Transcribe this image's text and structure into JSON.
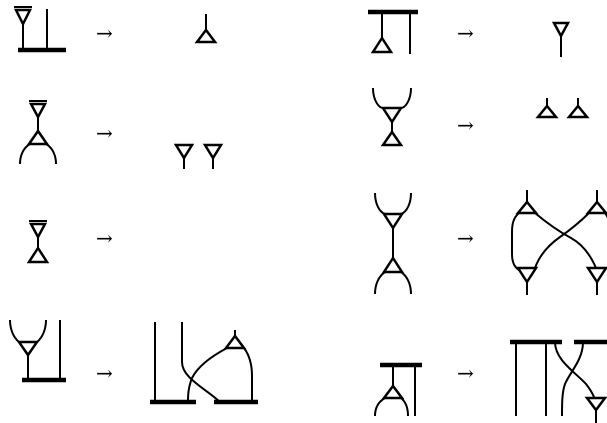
{
  "title": "",
  "arrow_symbol": "→",
  "colors": {
    "stroke": "#000000",
    "background": "#ffffff"
  },
  "rules": [
    {
      "id": "rule-1",
      "lhs": "counit-over-bar",
      "rhs": "unit"
    },
    {
      "id": "rule-2",
      "lhs": "unit-under-bar",
      "rhs": "counit"
    },
    {
      "id": "rule-3",
      "lhs": "counit-unit-then-split",
      "rhs": "two-counits"
    },
    {
      "id": "rule-4",
      "lhs": "merge-then-counit-unit",
      "rhs": "two-units"
    },
    {
      "id": "rule-5",
      "lhs": "counit-unit",
      "rhs": "empty"
    },
    {
      "id": "rule-6",
      "lhs": "merge-then-split",
      "rhs": "bialgebra-crossing"
    },
    {
      "id": "rule-7",
      "lhs": "merge-beside-wire-over-bar",
      "rhs": "bars-with-crossing-and-merge"
    },
    {
      "id": "rule-8",
      "lhs": "split-under-bar",
      "rhs": "bar-with-crossing-and-split"
    }
  ]
}
